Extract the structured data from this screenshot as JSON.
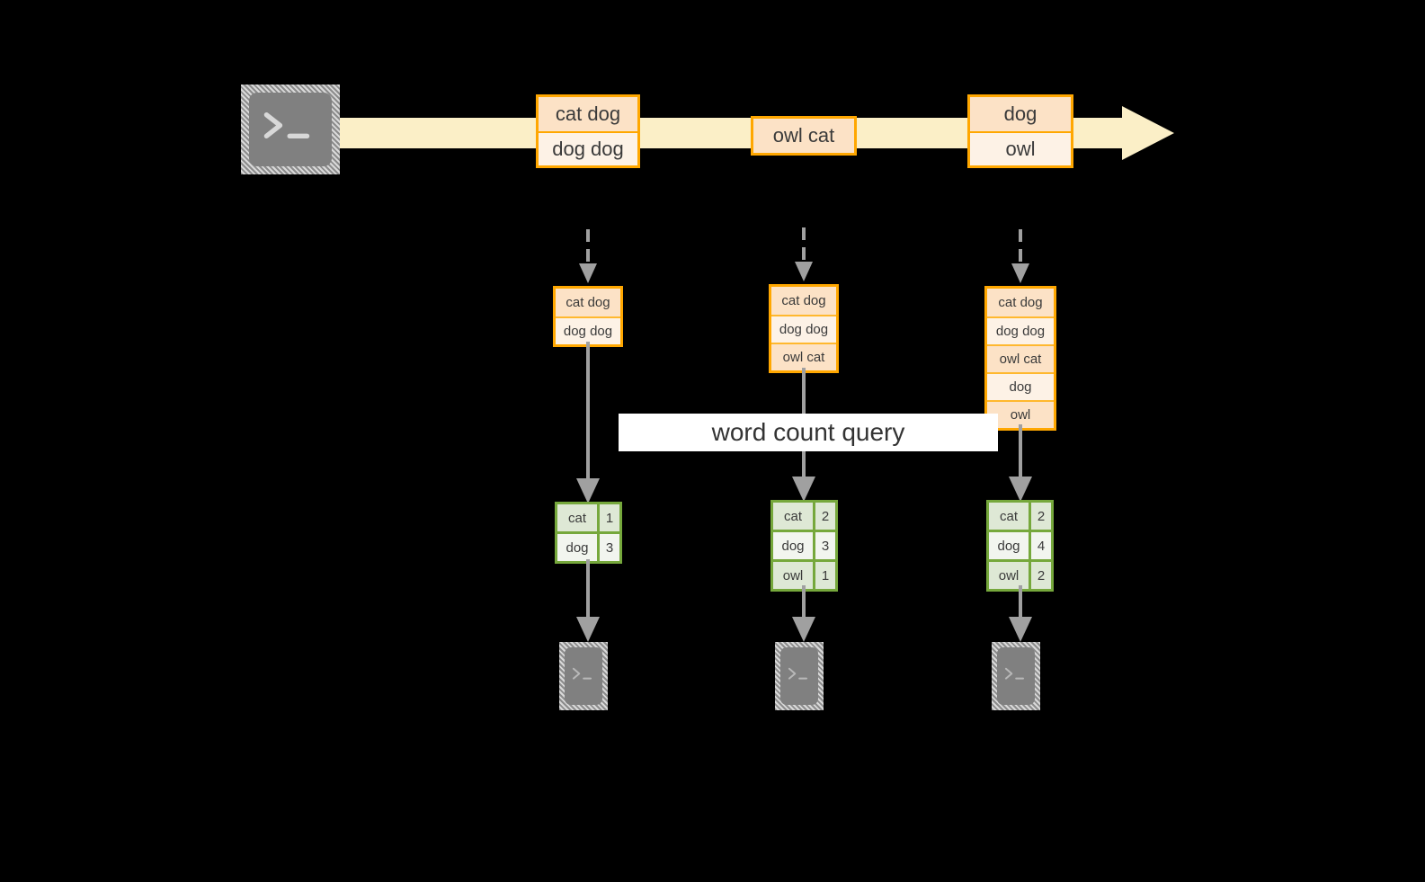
{
  "diagram": {
    "title": "word count query",
    "colors": {
      "background": "#000000",
      "stream_arrow": "#FBEFC7",
      "box_border": "#FFA700",
      "box_fill_dark": "#FCE2C6",
      "box_fill_light": "#FDF2E6",
      "table_border": "#76A83C",
      "table_fill_dark": "#DEE8D5",
      "table_fill_light": "#F2F5EF",
      "connector": "#A0A0A0",
      "terminal_fill": "#808080",
      "label_band": "#FFFFFF"
    }
  },
  "source": {
    "icon": "terminal-icon",
    "glyph": ">_"
  },
  "stream": {
    "arrow_icon": "right-arrow",
    "events": [
      {
        "id": "event-1",
        "lines": [
          "cat dog",
          "dog dog"
        ]
      },
      {
        "id": "event-2",
        "lines": [
          "owl cat"
        ]
      },
      {
        "id": "event-3",
        "lines": [
          "dog",
          "owl"
        ]
      }
    ]
  },
  "snapshots": [
    {
      "id": "snapshot-1",
      "inbound_connector": "dashed-down-arrow",
      "state": [
        "cat dog",
        "dog dog"
      ],
      "query_connector": "solid-down-arrow",
      "result": {
        "rows": [
          {
            "word": "cat",
            "count": "1"
          },
          {
            "word": "dog",
            "count": "3"
          }
        ]
      },
      "sink_connector": "solid-down-arrow",
      "sink": {
        "icon": "terminal-icon",
        "glyph": ">_"
      }
    },
    {
      "id": "snapshot-2",
      "inbound_connector": "dashed-down-arrow",
      "state": [
        "cat dog",
        "dog dog",
        "owl cat"
      ],
      "query_connector": "solid-down-arrow",
      "result": {
        "rows": [
          {
            "word": "cat",
            "count": "2"
          },
          {
            "word": "dog",
            "count": "3"
          },
          {
            "word": "owl",
            "count": "1"
          }
        ]
      },
      "sink_connector": "solid-down-arrow",
      "sink": {
        "icon": "terminal-icon",
        "glyph": ">_"
      }
    },
    {
      "id": "snapshot-3",
      "inbound_connector": "dashed-down-arrow",
      "state": [
        "cat dog",
        "dog dog",
        "owl cat",
        "dog",
        "owl"
      ],
      "query_connector": "solid-down-arrow",
      "result": {
        "rows": [
          {
            "word": "cat",
            "count": "2"
          },
          {
            "word": "dog",
            "count": "4"
          },
          {
            "word": "owl",
            "count": "2"
          }
        ]
      },
      "sink_connector": "solid-down-arrow",
      "sink": {
        "icon": "terminal-icon",
        "glyph": ">_"
      }
    }
  ]
}
